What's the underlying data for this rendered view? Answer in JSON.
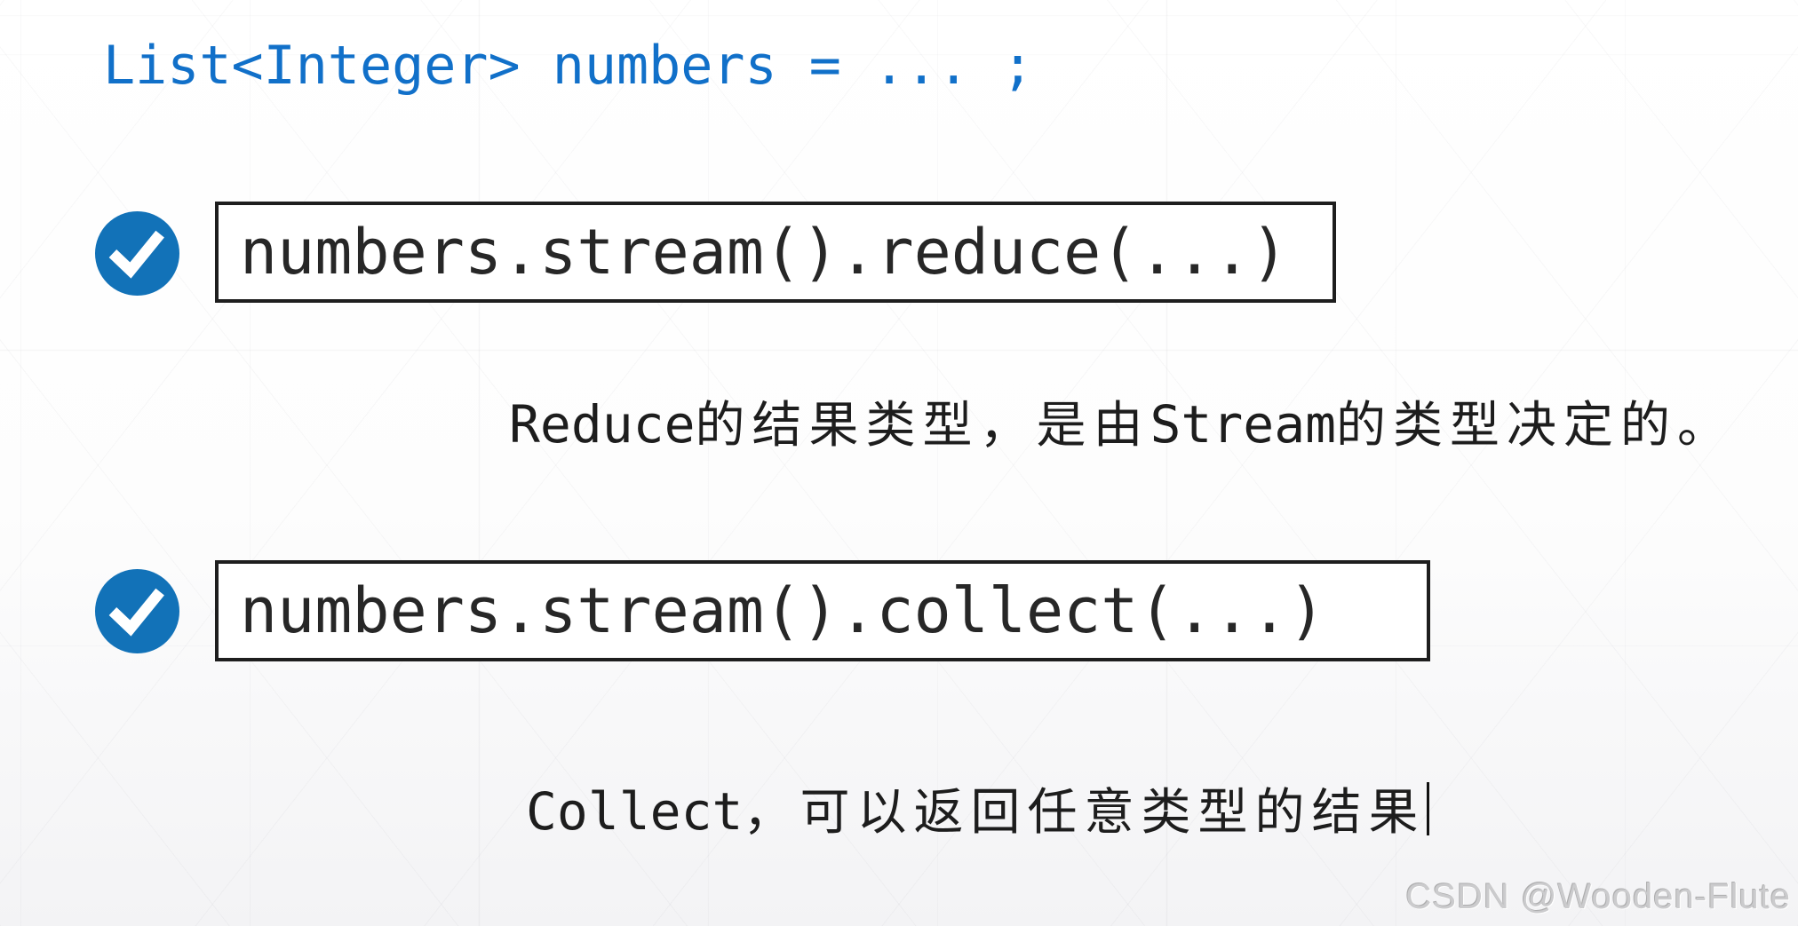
{
  "declaration": {
    "code": "List<Integer> numbers = ... ;"
  },
  "items": [
    {
      "icon": "check-circle-icon",
      "code": "numbers.stream().reduce(...)",
      "caption": {
        "latin1": "Reduce",
        "cjk1": "的结果类型，是由",
        "latin2": "Stream",
        "cjk2": "的类型决定的。"
      }
    },
    {
      "icon": "check-circle-icon",
      "code": "numbers.stream().collect(...)",
      "caption": {
        "latin1": "Collect",
        "cjk1": "，可以返回任意类型的结果"
      }
    }
  ],
  "watermark": {
    "text": "CSDN @Wooden-Flute"
  },
  "colors": {
    "code_blue": "#1170c9",
    "icon_blue": "#1272b8",
    "box_border": "#1e1e1e",
    "box_text": "#272727",
    "caption_text": "#1d1d1d",
    "watermark_gray": "#cbcbcd"
  }
}
